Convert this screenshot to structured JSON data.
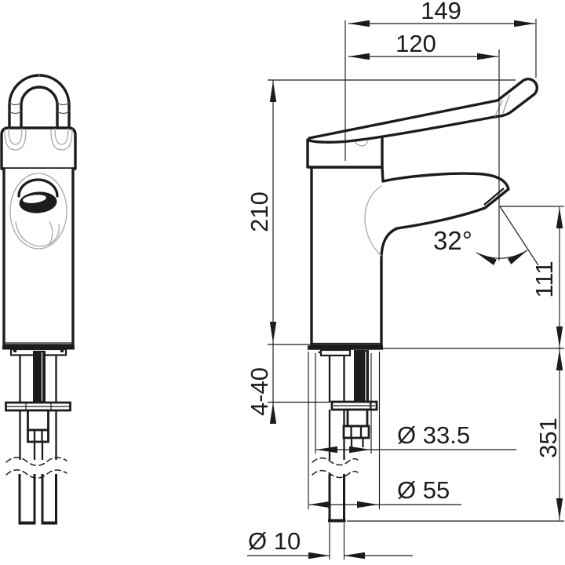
{
  "drawing": {
    "background": "#ffffff",
    "line_color": "#1c1c1c",
    "detail_line_color": "#a8a8a8",
    "dimensions": {
      "total_reach": "149",
      "spout_reach": "120",
      "total_height": "210",
      "spout_angle": "32°",
      "spout_outlet_height": "111",
      "deck_thickness_range": "4-40",
      "shank_hole_diameter": "Ø 33.5",
      "below_deck_length": "351",
      "base_diameter": "Ø 55",
      "supply_pipe_diameter": "Ø 10"
    }
  }
}
